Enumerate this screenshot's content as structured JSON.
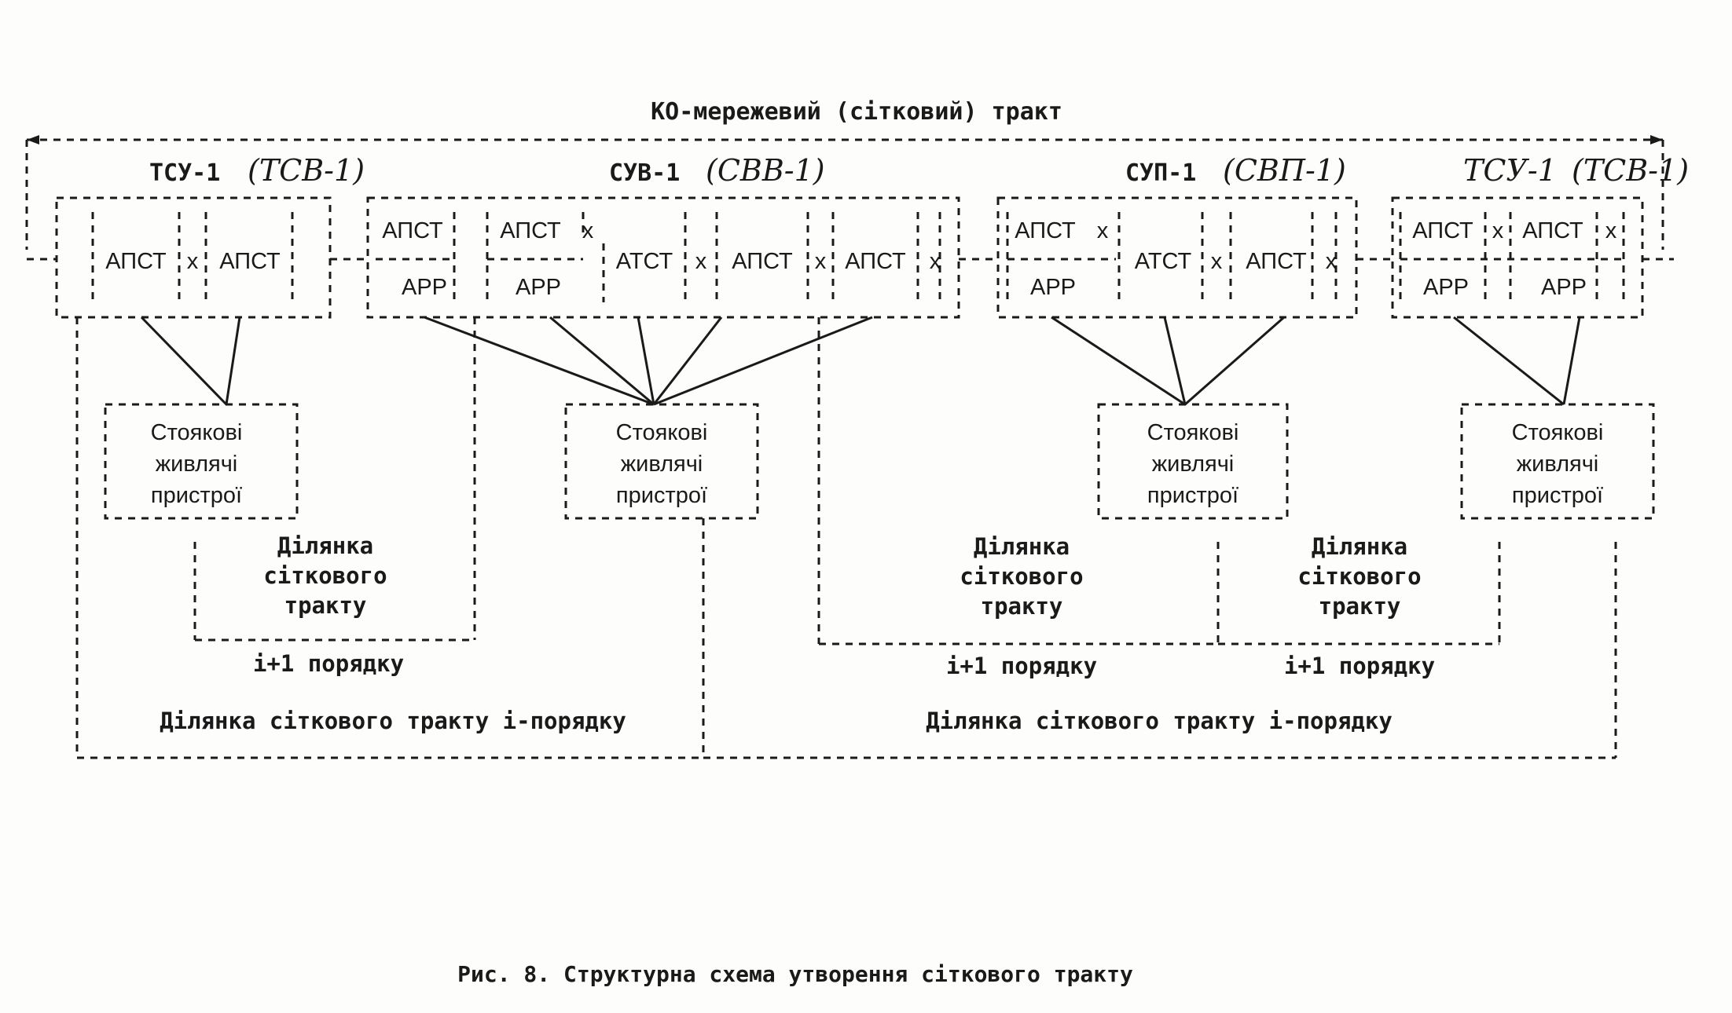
{
  "diagram": {
    "top_title": "КО-мережевий (сітковий) тракт",
    "stations": [
      {
        "code": "ТСУ-1",
        "hand": "(ТСВ-1)"
      },
      {
        "code": "СУВ-1",
        "hand": "(СВВ-1)"
      },
      {
        "code": "СУП-1",
        "hand": "(СВП-1)"
      },
      {
        "code": "ТСУ-1",
        "hand": "(ТСВ-1)"
      }
    ],
    "blocks": {
      "apst": "АПСТ",
      "atst": "АТСТ",
      "arr": "АРР",
      "x": "х"
    },
    "power_units": [
      [
        "Стоякові",
        "живлячі",
        "пристрої"
      ],
      [
        "Стоякові",
        "живлячі",
        "пристрої"
      ],
      [
        "Стоякові",
        "живлячі",
        "пристрої"
      ],
      [
        "Стоякові",
        "живлячі",
        "пристрої"
      ]
    ],
    "section_i1": [
      "Ділянка",
      "сіткового",
      "тракту"
    ],
    "order_i1": "і+1 порядку",
    "section_i": "Ділянка сіткового тракту і-порядку",
    "caption": "Рис. 8. Структурна схема утворення сіткового тракту"
  }
}
